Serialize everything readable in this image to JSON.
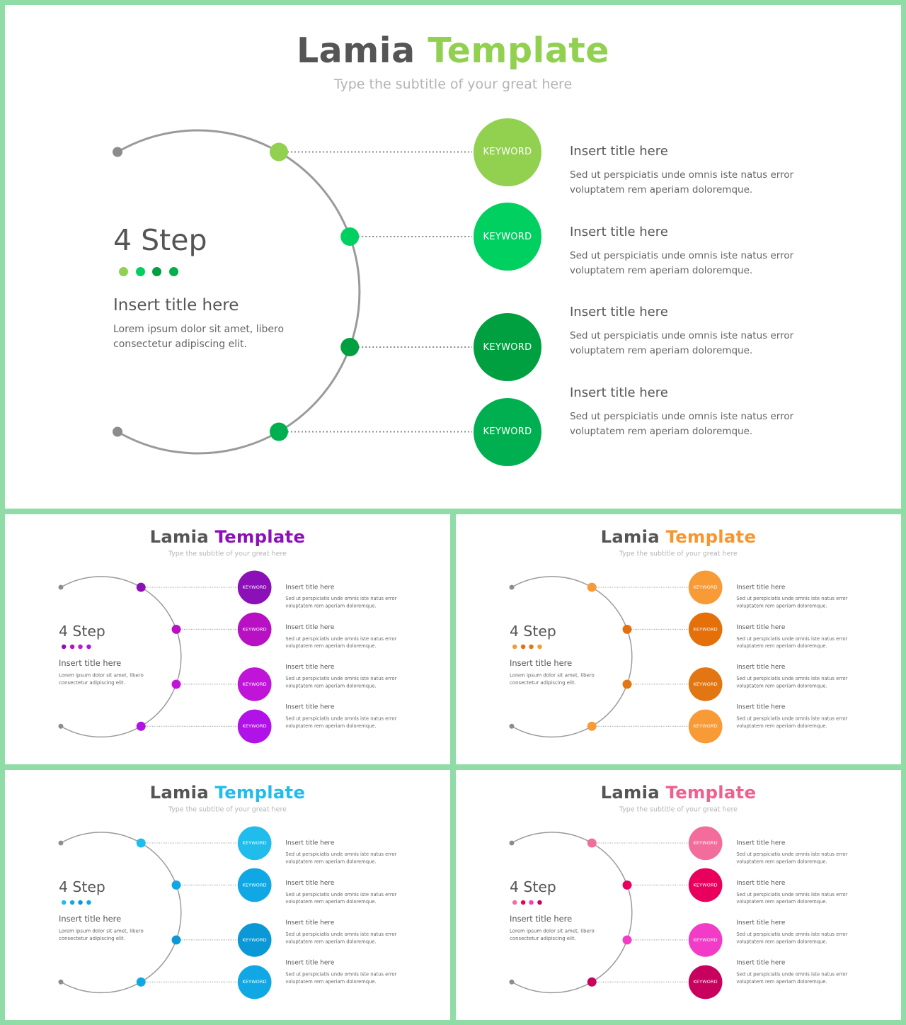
{
  "slides": [
    {
      "title_word1": "Lamia",
      "title_word2": "Template",
      "subtitle": "Type the subtitle of your great here",
      "step_heading": "4 Step",
      "left_title": "Insert title here",
      "left_desc": "Lorem ipsum dolor sit amet, libero consectetur adipiscing elit.",
      "accent_color": "#92d050",
      "item_colors": [
        "#92d050",
        "#00d060",
        "#00a040",
        "#00b050"
      ],
      "items": [
        {
          "keyword": "KEYWORD",
          "title": "Insert title here",
          "desc": "Sed ut perspiciatis unde omnis iste natus error voluptatem rem aperiam doloremque."
        },
        {
          "keyword": "KEYWORD",
          "title": "Insert title here",
          "desc": "Sed ut perspiciatis unde omnis iste natus error voluptatem rem aperiam doloremque."
        },
        {
          "keyword": "KEYWORD",
          "title": "Insert title here",
          "desc": "Sed ut perspiciatis unde omnis iste natus error voluptatem rem aperiam doloremque."
        },
        {
          "keyword": "KEYWORD",
          "title": "Insert title here",
          "desc": "Sed ut perspiciatis unde omnis iste natus error voluptatem rem aperiam doloremque."
        }
      ]
    },
    {
      "title_word1": "Lamia",
      "title_word2": "Template",
      "subtitle": "Type the subtitle of your great here",
      "step_heading": "4 Step",
      "left_title": "Insert title here",
      "left_desc": "Lorem ipsum dolor sit amet, libero consectetur adipiscing elit.",
      "accent_color": "#8b10b8",
      "item_colors": [
        "#8b10b8",
        "#b811c4",
        "#c015d8",
        "#b012e8"
      ],
      "items": [
        {
          "keyword": "KEYWORD",
          "title": "Insert title here",
          "desc": "Sed ut perspiciatis unde omnis iste natus error voluptatem rem aperiam doloremque."
        },
        {
          "keyword": "KEYWORD",
          "title": "Insert title here",
          "desc": "Sed ut perspiciatis unde omnis iste natus error voluptatem rem aperiam doloremque."
        },
        {
          "keyword": "KEYWORD",
          "title": "Insert title here",
          "desc": "Sed ut perspiciatis unde omnis iste natus error voluptatem rem aperiam doloremque."
        },
        {
          "keyword": "KEYWORD",
          "title": "Insert title here",
          "desc": "Sed ut perspiciatis unde omnis iste natus error voluptatem rem aperiam doloremque."
        }
      ]
    },
    {
      "title_word1": "Lamia",
      "title_word2": "Template",
      "subtitle": "Type the subtitle of your great here",
      "step_heading": "4 Step",
      "left_title": "Insert title here",
      "left_desc": "Lorem ipsum dolor sit amet, libero consectetur adipiscing elit.",
      "accent_color": "#f7952e",
      "item_colors": [
        "#f89a36",
        "#e5700a",
        "#e27612",
        "#f89a36"
      ],
      "items": [
        {
          "keyword": "KEYWORD",
          "title": "Insert title here",
          "desc": "Sed ut perspiciatis unde omnis iste natus error voluptatem rem aperiam doloremque."
        },
        {
          "keyword": "KEYWORD",
          "title": "Insert title here",
          "desc": "Sed ut perspiciatis unde omnis iste natus error voluptatem rem aperiam doloremque."
        },
        {
          "keyword": "KEYWORD",
          "title": "Insert title here",
          "desc": "Sed ut perspiciatis unde omnis iste natus error voluptatem rem aperiam doloremque."
        },
        {
          "keyword": "KEYWORD",
          "title": "Insert title here",
          "desc": "Sed ut perspiciatis unde omnis iste natus error voluptatem rem aperiam doloremque."
        }
      ]
    },
    {
      "title_word1": "Lamia",
      "title_word2": "Template",
      "subtitle": "Type the subtitle of your great here",
      "step_heading": "4 Step",
      "left_title": "Insert title here",
      "left_desc": "Lorem ipsum dolor sit amet, libero consectetur adipiscing elit.",
      "accent_color": "#1fbcec",
      "item_colors": [
        "#1fbcec",
        "#10a8e4",
        "#0a98d6",
        "#10a8e4"
      ],
      "items": [
        {
          "keyword": "KEYWORD",
          "title": "Insert title here",
          "desc": "Sed ut perspiciatis unde omnis iste natus error voluptatem rem aperiam doloremque."
        },
        {
          "keyword": "KEYWORD",
          "title": "Insert title here",
          "desc": "Sed ut perspiciatis unde omnis iste natus error voluptatem rem aperiam doloremque."
        },
        {
          "keyword": "KEYWORD",
          "title": "Insert title here",
          "desc": "Sed ut perspiciatis unde omnis iste natus error voluptatem rem aperiam doloremque."
        },
        {
          "keyword": "KEYWORD",
          "title": "Insert title here",
          "desc": "Sed ut perspiciatis unde omnis iste natus error voluptatem rem aperiam doloremque."
        }
      ]
    },
    {
      "title_word1": "Lamia",
      "title_word2": "Template",
      "subtitle": "Type the subtitle of your great here",
      "step_heading": "4 Step",
      "left_title": "Insert title here",
      "left_desc": "Lorem ipsum dolor sit amet, libero consectetur adipiscing elit.",
      "accent_color": "#f0608e",
      "item_colors": [
        "#f26d9b",
        "#e8005c",
        "#f23bc6",
        "#c8005e"
      ],
      "items": [
        {
          "keyword": "KEYWORD",
          "title": "Insert title here",
          "desc": "Sed ut perspiciatis unde omnis iste natus error voluptatem rem aperiam doloremque."
        },
        {
          "keyword": "KEYWORD",
          "title": "Insert title here",
          "desc": "Sed ut perspiciatis unde omnis iste natus error voluptatem rem aperiam doloremque."
        },
        {
          "keyword": "KEYWORD",
          "title": "Insert title here",
          "desc": "Sed ut perspiciatis unde omnis iste natus error voluptatem rem aperiam doloremque."
        },
        {
          "keyword": "KEYWORD",
          "title": "Insert title here",
          "desc": "Sed ut perspiciatis unde omnis iste natus error voluptatem rem aperiam doloremque."
        }
      ]
    }
  ]
}
